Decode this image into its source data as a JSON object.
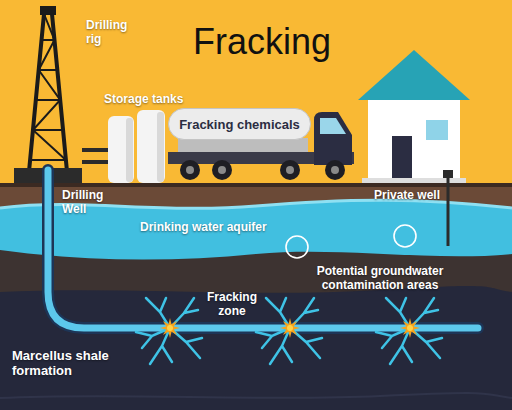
{
  "diagram": {
    "title": "Fracking",
    "nodes": [
      {
        "text": [
          "Fracking chemicals"
        ]
      }
    ],
    "labels": [
      "Drilling rig",
      "Storage tanks",
      "Private well",
      "Drilling Well",
      "Drinking water aquifer",
      "Potential groundwater contamination areas",
      "Fracking zone",
      "Marcellus shale formation"
    ]
  }
}
